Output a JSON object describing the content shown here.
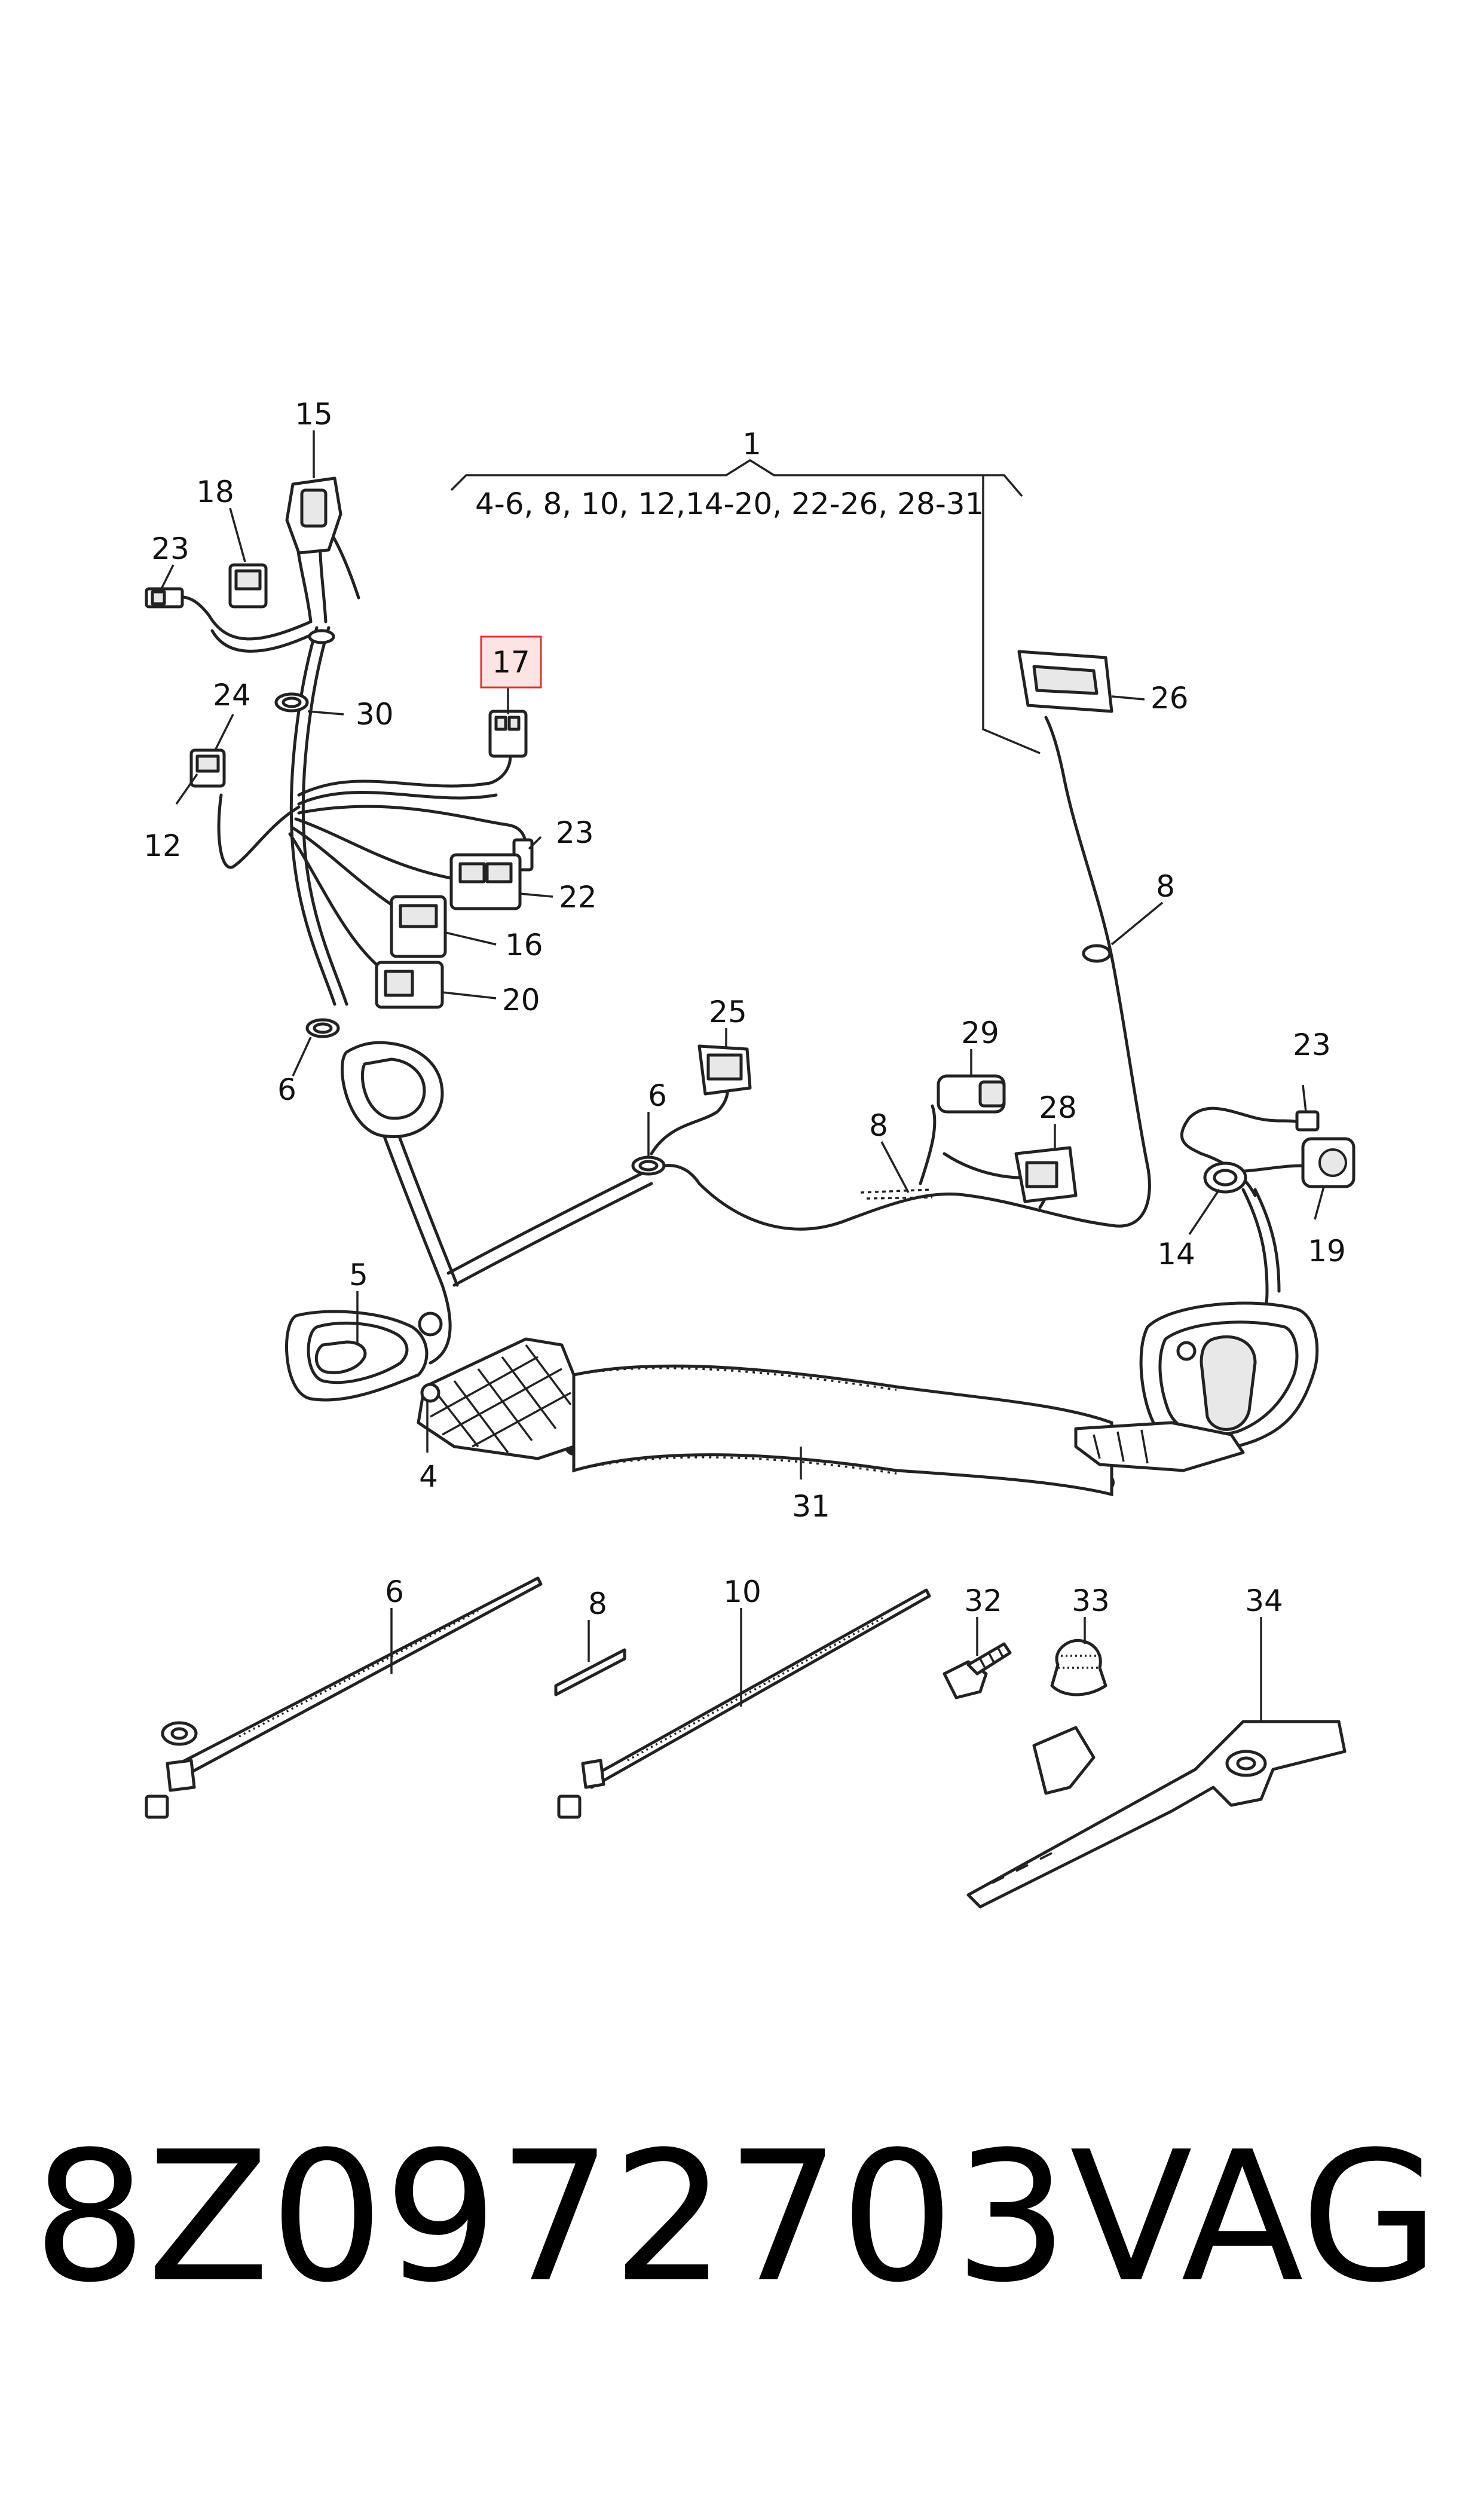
{
  "diagram": {
    "callouts": {
      "c1": "1",
      "group_range": "4-6, 8, 10, 12,14-20, 22-26, 28-31",
      "c15": "15",
      "c18": "18",
      "c23a": "23",
      "c24": "24",
      "c30": "30",
      "c12": "12",
      "c17": "17",
      "c23b": "23",
      "c22": "22",
      "c16": "16",
      "c20": "20",
      "c6a": "6",
      "c26": "26",
      "c8a": "8",
      "c25": "25",
      "c6b": "6",
      "c29": "29",
      "c28": "28",
      "c8b": "8",
      "c23c": "23",
      "c19": "19",
      "c14": "14",
      "c5": "5",
      "c4": "4",
      "c31": "31",
      "c6c": "6",
      "c8c": "8",
      "c10": "10",
      "c32": "32",
      "c33": "33",
      "c34": "34"
    },
    "highlighted_callout": "17",
    "highlight_color": "#d33333"
  },
  "footer": {
    "part_number": "8Z0972703",
    "brand": "VAG"
  }
}
